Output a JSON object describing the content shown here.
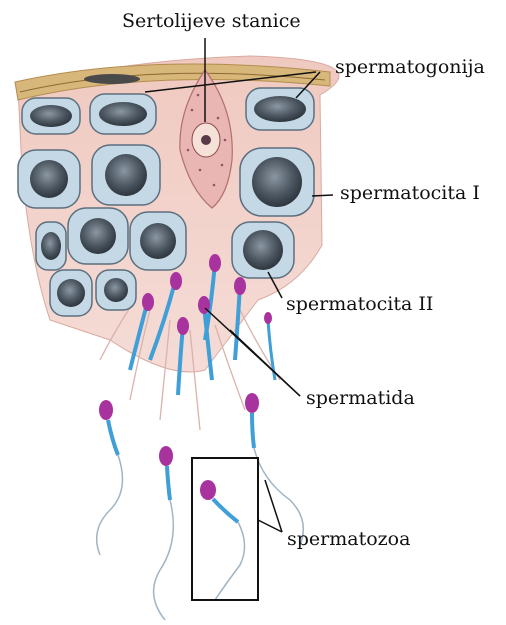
{
  "labels": {
    "sertoli": "Sertolijeve stanice",
    "spermatogonia": "spermatogonija",
    "spermatocyte1": "spermatocita I",
    "spermatocyte2": "spermatocita II",
    "spermatid": "spermatida",
    "spermatozoa": "spermatozoa"
  },
  "colors": {
    "basement": "#d8b77a",
    "cytoplasm": "#eec8c0",
    "cell_fill": "#c5d8e6",
    "nucleus": "#4d5863",
    "sperm_head": "#a8329e",
    "sperm_mid": "#3f9fd6",
    "leader": "#111111"
  }
}
